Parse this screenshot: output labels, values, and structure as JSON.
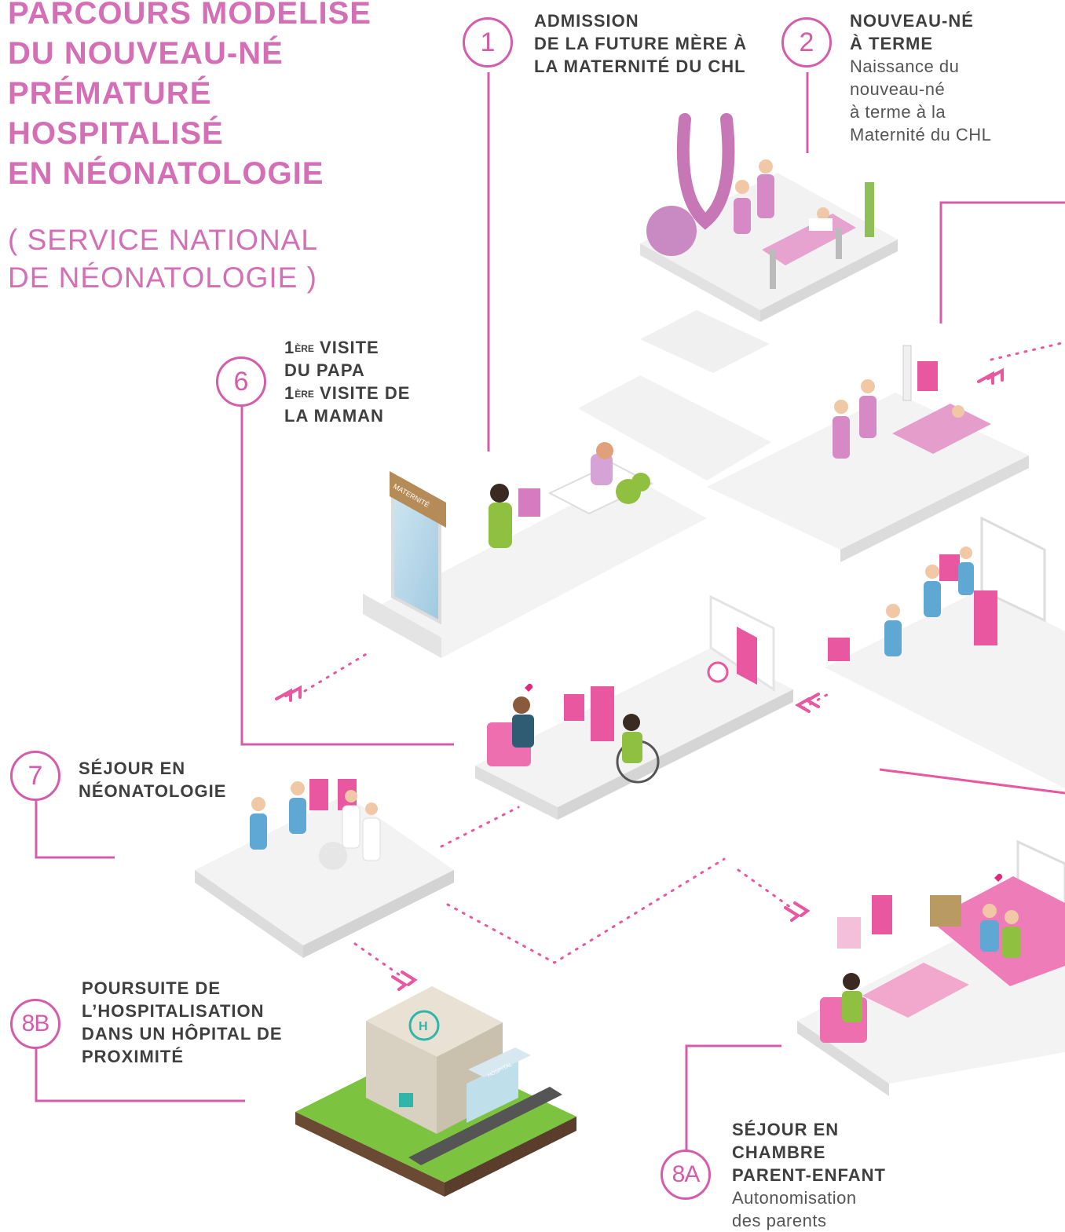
{
  "title_lines": [
    "PARCOURS MODELISE",
    "DU NOUVEAU-NÉ",
    "PRÉMATURÉ",
    "HOSPITALISÉ",
    "EN NÉONATOLOGIE"
  ],
  "subtitle_lines": [
    "( SERVICE NATIONAL",
    "DE NÉONATOLOGIE )"
  ],
  "colors": {
    "accent": "#d45ca8",
    "title": "#d46fb5",
    "pink": "#e8579f",
    "floor": "#f1f1f1",
    "grass": "#7cc43f"
  },
  "sign_text": "MATERNITÉ",
  "hospital_sign": "HOSPITAL",
  "steps": [
    {
      "id": "1",
      "head": [
        "ADMISSION",
        "DE LA FUTURE MÈRE À",
        "LA MATERNITÉ DU CHL"
      ],
      "desc": []
    },
    {
      "id": "2",
      "head": [
        "NOUVEAU-NÉ",
        "À TERME"
      ],
      "desc": [
        "Naissance du",
        "nouveau-né",
        "à terme à la",
        "Maternité du CHL"
      ]
    },
    {
      "id": "6",
      "sup": "ÈRE",
      "head_a": [
        "1",
        " VISITE"
      ],
      "head_b": "DU PAPA",
      "head_c": [
        "1",
        " VISITE DE"
      ],
      "head_d": "LA MAMAN"
    },
    {
      "id": "7",
      "head": [
        "SÉJOUR EN",
        "NÉONATOLOGIE"
      ],
      "desc": []
    },
    {
      "id": "8B",
      "head": [
        "POURSUITE DE",
        "L’HOSPITALISATION",
        "DANS UN HÔPITAL DE",
        "PROXIMITÉ"
      ],
      "desc": []
    },
    {
      "id": "8A",
      "head": [
        "SÉJOUR EN",
        "CHAMBRE",
        "PARENT-ENFANT"
      ],
      "desc": [
        "Autonomisation",
        "des parents"
      ]
    }
  ]
}
